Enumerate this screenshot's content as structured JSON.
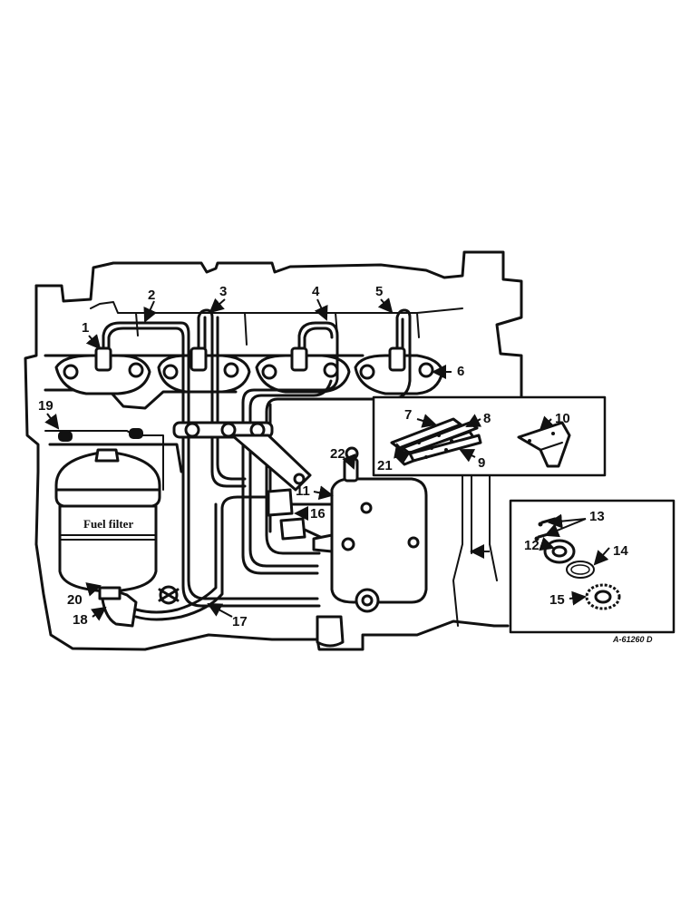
{
  "diagram": {
    "reference_code": "A-61260 D",
    "filter_label": "Fuel filter",
    "callouts": [
      "1",
      "2",
      "3",
      "4",
      "5",
      "6",
      "7",
      "8",
      "9",
      "10",
      "11",
      "12",
      "13",
      "14",
      "15",
      "16",
      "17",
      "18",
      "19",
      "20",
      "21",
      "22"
    ]
  }
}
